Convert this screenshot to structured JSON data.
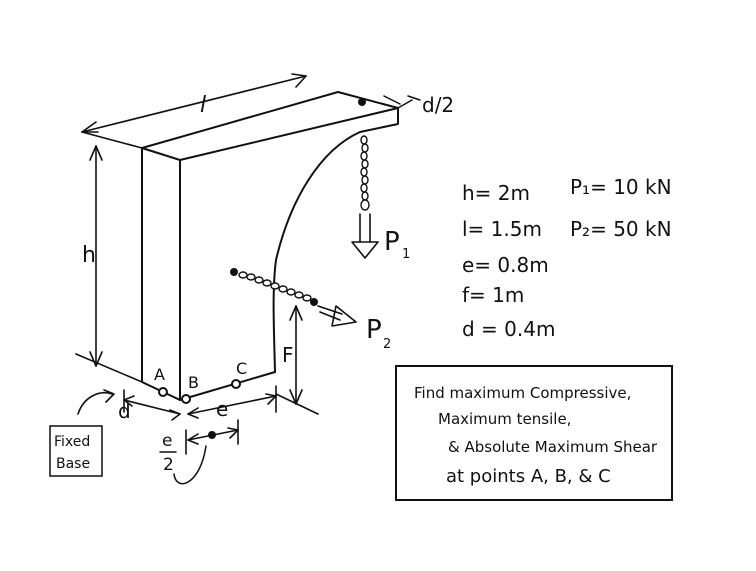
{
  "labels": {
    "l": "l",
    "d_half": "d/2",
    "h": "h",
    "P1": "P",
    "P1_sub": "1",
    "P2": "P",
    "P2_sub": "2",
    "F": "F",
    "A": "A",
    "B": "B",
    "C": "C",
    "d": "d",
    "e": "e",
    "e_half_num": "e",
    "e_half_den": "2",
    "fixed_base_line1": "Fixed",
    "fixed_base_line2": "Base"
  },
  "given": {
    "h": "h= 2m",
    "l": "l= 1.5m",
    "e": "e= 0.8m",
    "f": "f= 1m",
    "d": "d = 0.4m",
    "P1": "P₁= 10 kN",
    "P2": "P₂= 50 kN"
  },
  "task": {
    "line1": "Find maximum Compressive,",
    "line2": "Maximum tensile,",
    "line3": "& Absolute Maximum Shear",
    "line4": "at points   A, B, & C"
  }
}
